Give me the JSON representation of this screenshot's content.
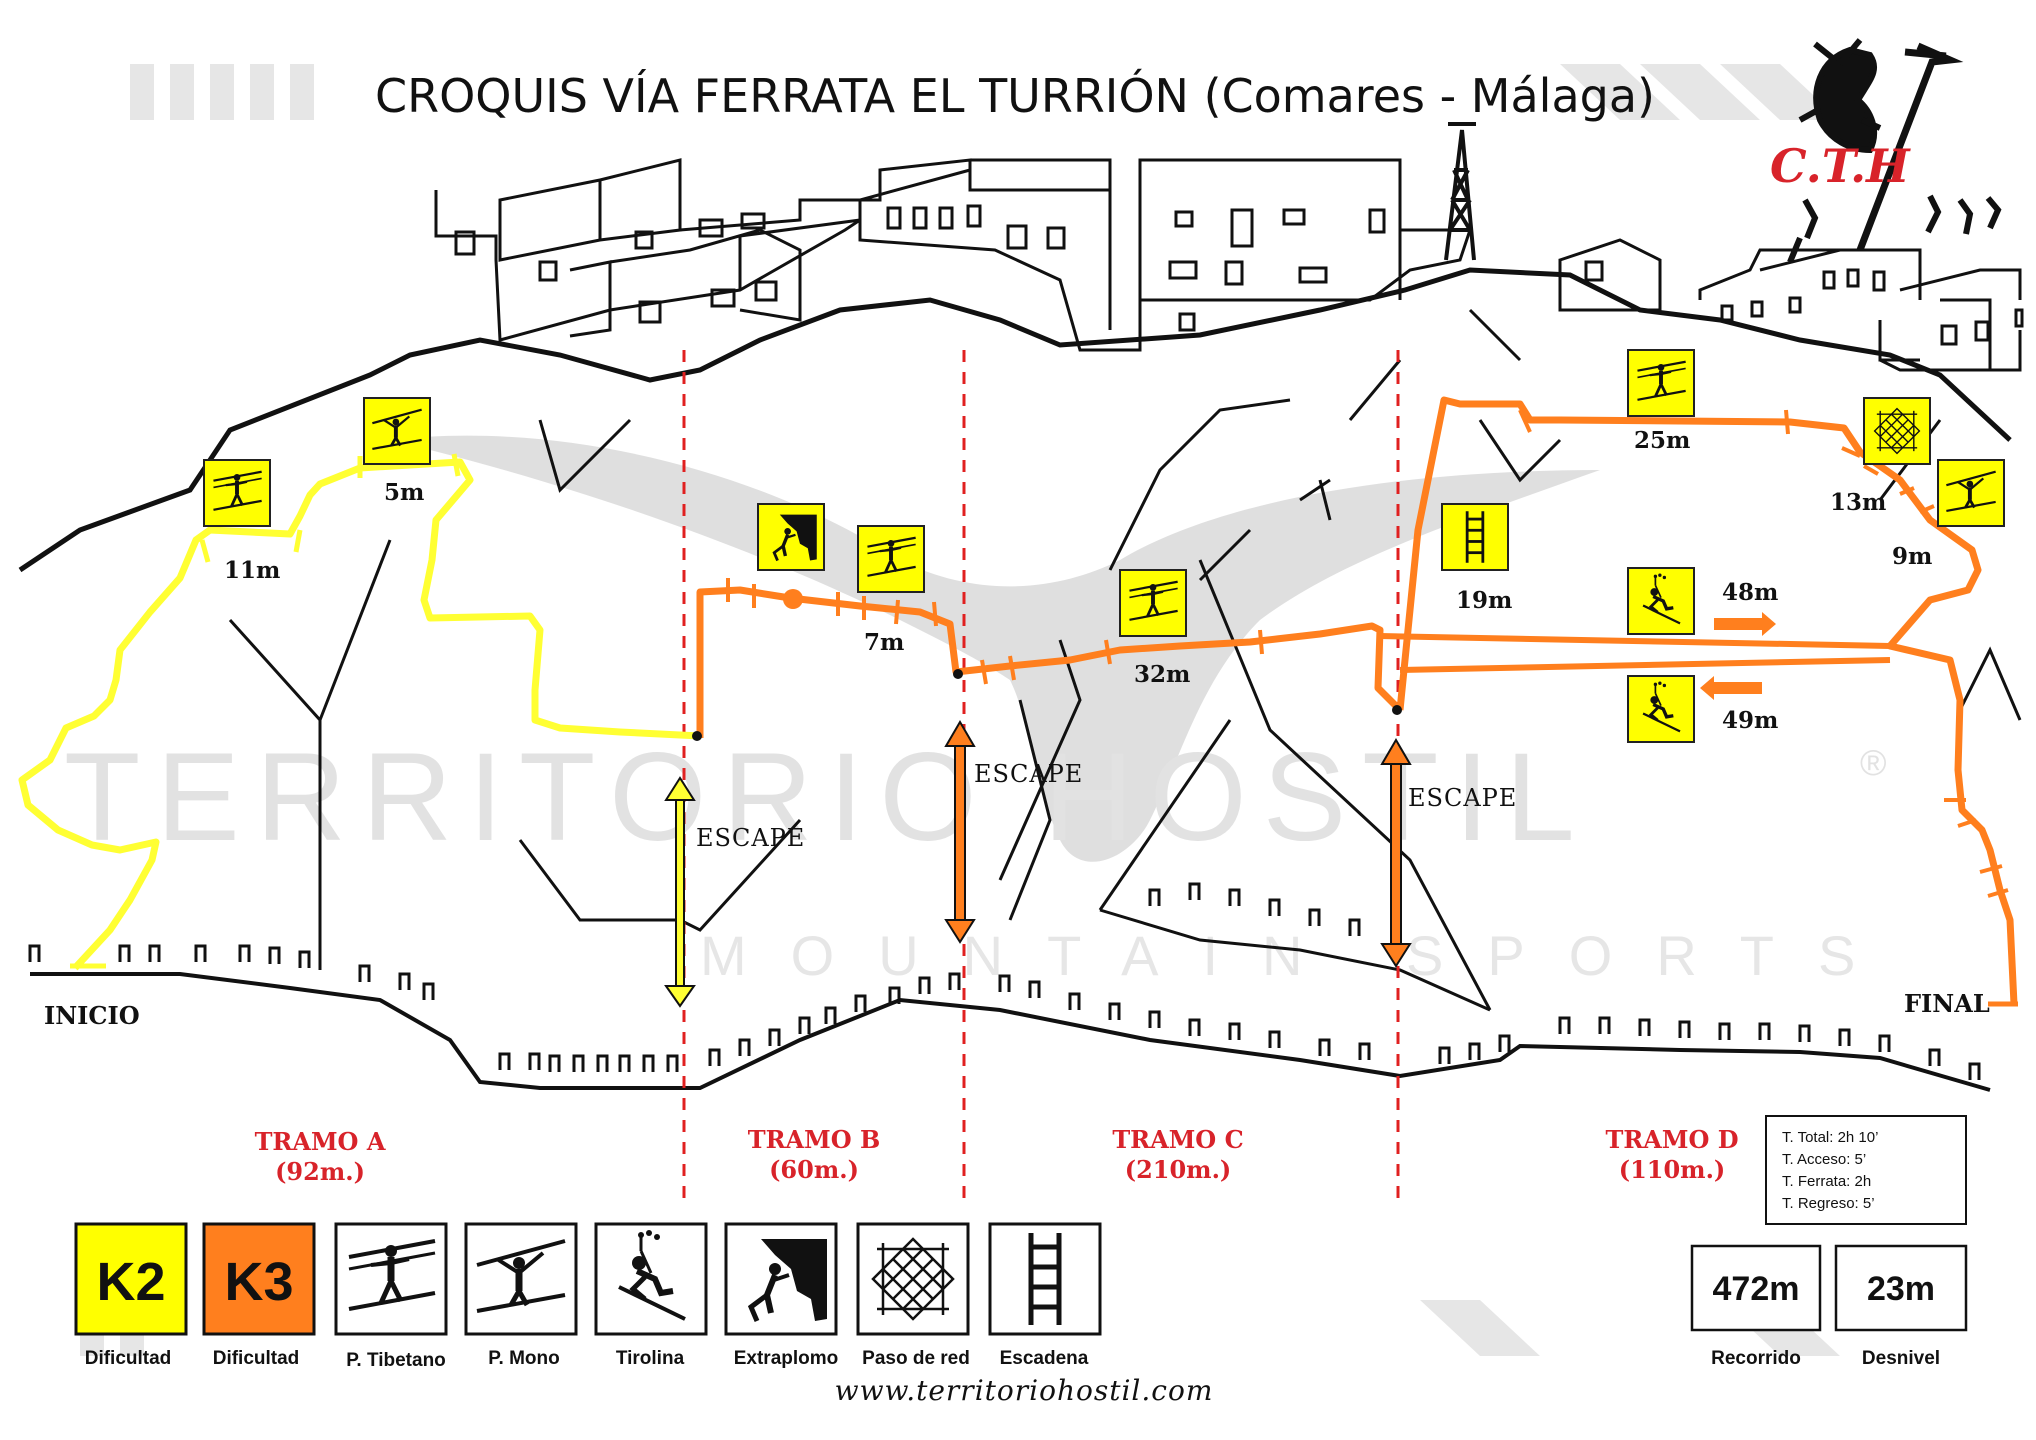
{
  "title": "CROQUIS VÍA FERRATA EL TURRIÓN (Comares - Málaga)",
  "watermark": {
    "brand": "TERRITORIO HOSTIL",
    "registered": "®",
    "subtitle": "MOUNTAIN SPORTS"
  },
  "logo": {
    "text": "C.T.H"
  },
  "colors": {
    "tramo_a": "#ffff33",
    "tramo_bcd": "#ff7f1e",
    "divider": "#e02020",
    "section_text": "#d8232a",
    "ink": "#111111",
    "icon_bg": "#ffff00"
  },
  "endpoints": {
    "start": "INICIO",
    "end": "FINAL"
  },
  "escape_label": "ESCAPE",
  "segment_lengths": {
    "a_tibetano_1": "11m",
    "a_mono": "5m",
    "b_segment": "7m",
    "c_tibetano": "32m",
    "d_ladder": "19m",
    "d_tibetano": "25m",
    "d_net": "13m",
    "d_mono": "9m",
    "d_zip_out": "48m",
    "d_zip_back": "49m"
  },
  "sections": [
    {
      "name": "TRAMO A",
      "length": "(92m.)"
    },
    {
      "name": "TRAMO B",
      "length": "(60m.)"
    },
    {
      "name": "TRAMO C",
      "length": "(210m.)"
    },
    {
      "name": "TRAMO D",
      "length": "(110m.)"
    }
  ],
  "times": {
    "total": "T. Total: 2h 10’",
    "access": "T. Acceso: 5’",
    "ferrata": "T. Ferrata: 2h",
    "return": "T. Regreso: 5’"
  },
  "legend": {
    "k2": {
      "level": "K2",
      "label": "Dificultad",
      "color": "#ffff00"
    },
    "k3": {
      "level": "K3",
      "label": "Dificultad",
      "color": "#ff7f1e"
    },
    "tibetano": {
      "label": "P. Tibetano",
      "icon": "tibetan-bridge-icon"
    },
    "mono": {
      "label": "P. Mono",
      "icon": "monkey-bridge-icon"
    },
    "tirolina": {
      "label": "Tirolina",
      "icon": "zipline-icon"
    },
    "extraplomo": {
      "label": "Extraplomo",
      "icon": "overhang-icon"
    },
    "red": {
      "label": "Paso de red",
      "icon": "net-icon"
    },
    "escadena": {
      "label": "Escadena",
      "icon": "ladder-icon"
    }
  },
  "stats": {
    "distance": {
      "value": "472m",
      "label": "Recorrido"
    },
    "elevation": {
      "value": "23m",
      "label": "Desnivel"
    }
  },
  "website": "www.territoriohostil.com"
}
